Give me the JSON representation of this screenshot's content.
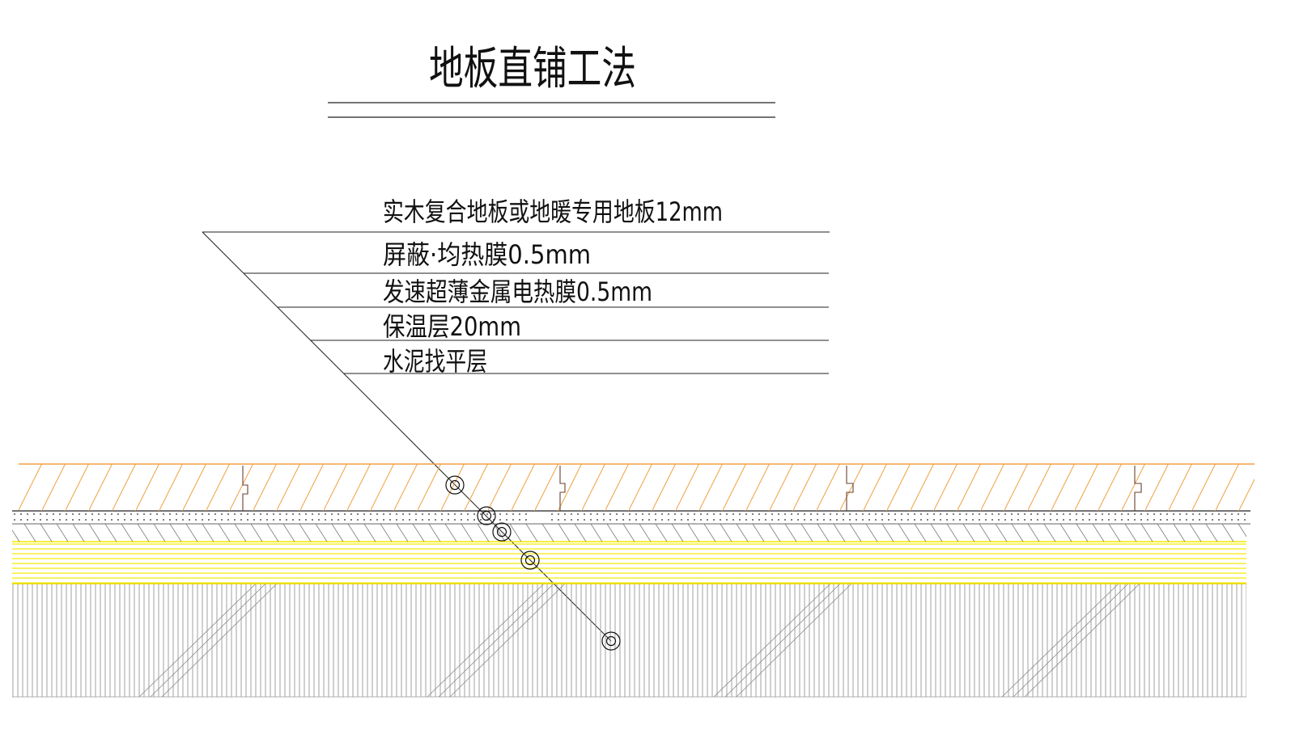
{
  "title": "地板直铺工法",
  "layers": [
    {
      "label": "实木复合地板或地暖专用地板12mm",
      "color": "#f0a040"
    },
    {
      "label": "屏蔽·均热膜0.5mm",
      "color": "#222222"
    },
    {
      "label": "发速超薄金属电热膜0.5mm",
      "color": "#555555"
    },
    {
      "label": "保温层20mm",
      "color": "#f5e800"
    },
    {
      "label": "水泥找平层",
      "color": "#666666"
    }
  ]
}
